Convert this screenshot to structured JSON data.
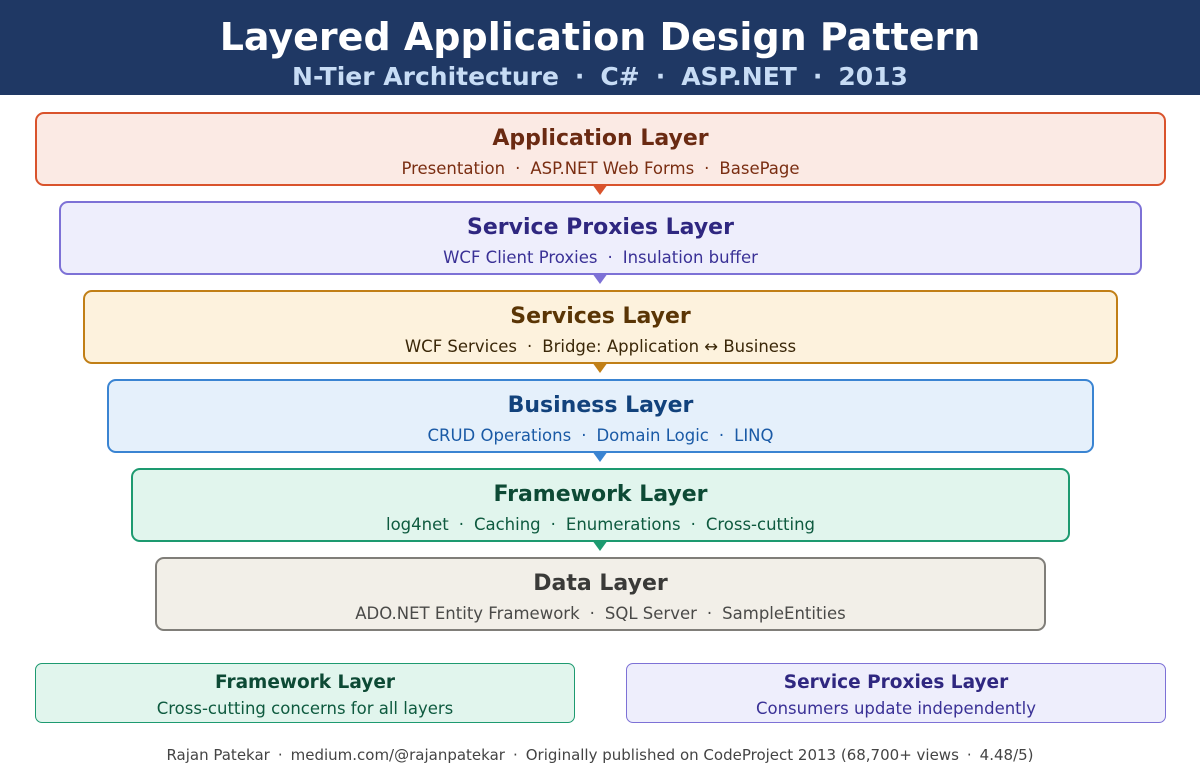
{
  "header": {
    "title": "Layered Application Design Pattern",
    "subtitle_parts": [
      "N-Tier Architecture",
      "C#",
      "ASP.NET",
      "2013"
    ],
    "separator": "·"
  },
  "layers": [
    {
      "title": "Application Layer",
      "details": [
        "Presentation",
        "ASP.NET Web Forms",
        "BasePage"
      ],
      "colors": {
        "fill": "#fbeae4",
        "border": "#d9532c",
        "title": "#6a2a12",
        "text": "#7a2e12"
      }
    },
    {
      "title": "Service Proxies Layer",
      "details": [
        "WCF Client Proxies",
        "Insulation buffer"
      ],
      "colors": {
        "fill": "#eeeefc",
        "border": "#7d71d6",
        "title": "#2f2780",
        "text": "#3a3196"
      }
    },
    {
      "title": "Services Layer",
      "details": [
        "WCF Services",
        "Bridge: Application ↔ Business"
      ],
      "colors": {
        "fill": "#fdf2dd",
        "border": "#c17f16",
        "title": "#5a3505",
        "text": "#3a2708"
      }
    },
    {
      "title": "Business Layer",
      "details": [
        "CRUD Operations",
        "Domain Logic",
        "LINQ"
      ],
      "colors": {
        "fill": "#e5f0fb",
        "border": "#3a84d2",
        "title": "#12427c",
        "text": "#1a5aa6"
      }
    },
    {
      "title": "Framework Layer",
      "details": [
        "log4net",
        "Caching",
        "Enumerations",
        "Cross-cutting"
      ],
      "colors": {
        "fill": "#e1f5ed",
        "border": "#1d9a70",
        "title": "#0d4a35",
        "text": "#0e5a3f"
      }
    },
    {
      "title": "Data Layer",
      "details": [
        "ADO.NET Entity Framework",
        "SQL Server",
        "SampleEntities"
      ],
      "colors": {
        "fill": "#f2efe8",
        "border": "#807e79",
        "title": "#3a3a38",
        "text": "#4a4a48"
      }
    }
  ],
  "notes": [
    {
      "title": "Framework Layer",
      "text": "Cross-cutting concerns for all layers",
      "colors": {
        "fill": "#e1f5ed",
        "border": "#1d9a70",
        "title": "#0d4a35",
        "text": "#0e5a3f"
      }
    },
    {
      "title": "Service Proxies Layer",
      "text": "Consumers update independently",
      "colors": {
        "fill": "#eeeefc",
        "border": "#7d71d6",
        "title": "#2f2780",
        "text": "#3a3196"
      }
    }
  ],
  "footer": {
    "parts": [
      "Rajan Patekar",
      "medium.com/@rajanpatekar",
      "Originally published on CodeProject 2013  (68,700+ views",
      "4.48/5)"
    ]
  }
}
